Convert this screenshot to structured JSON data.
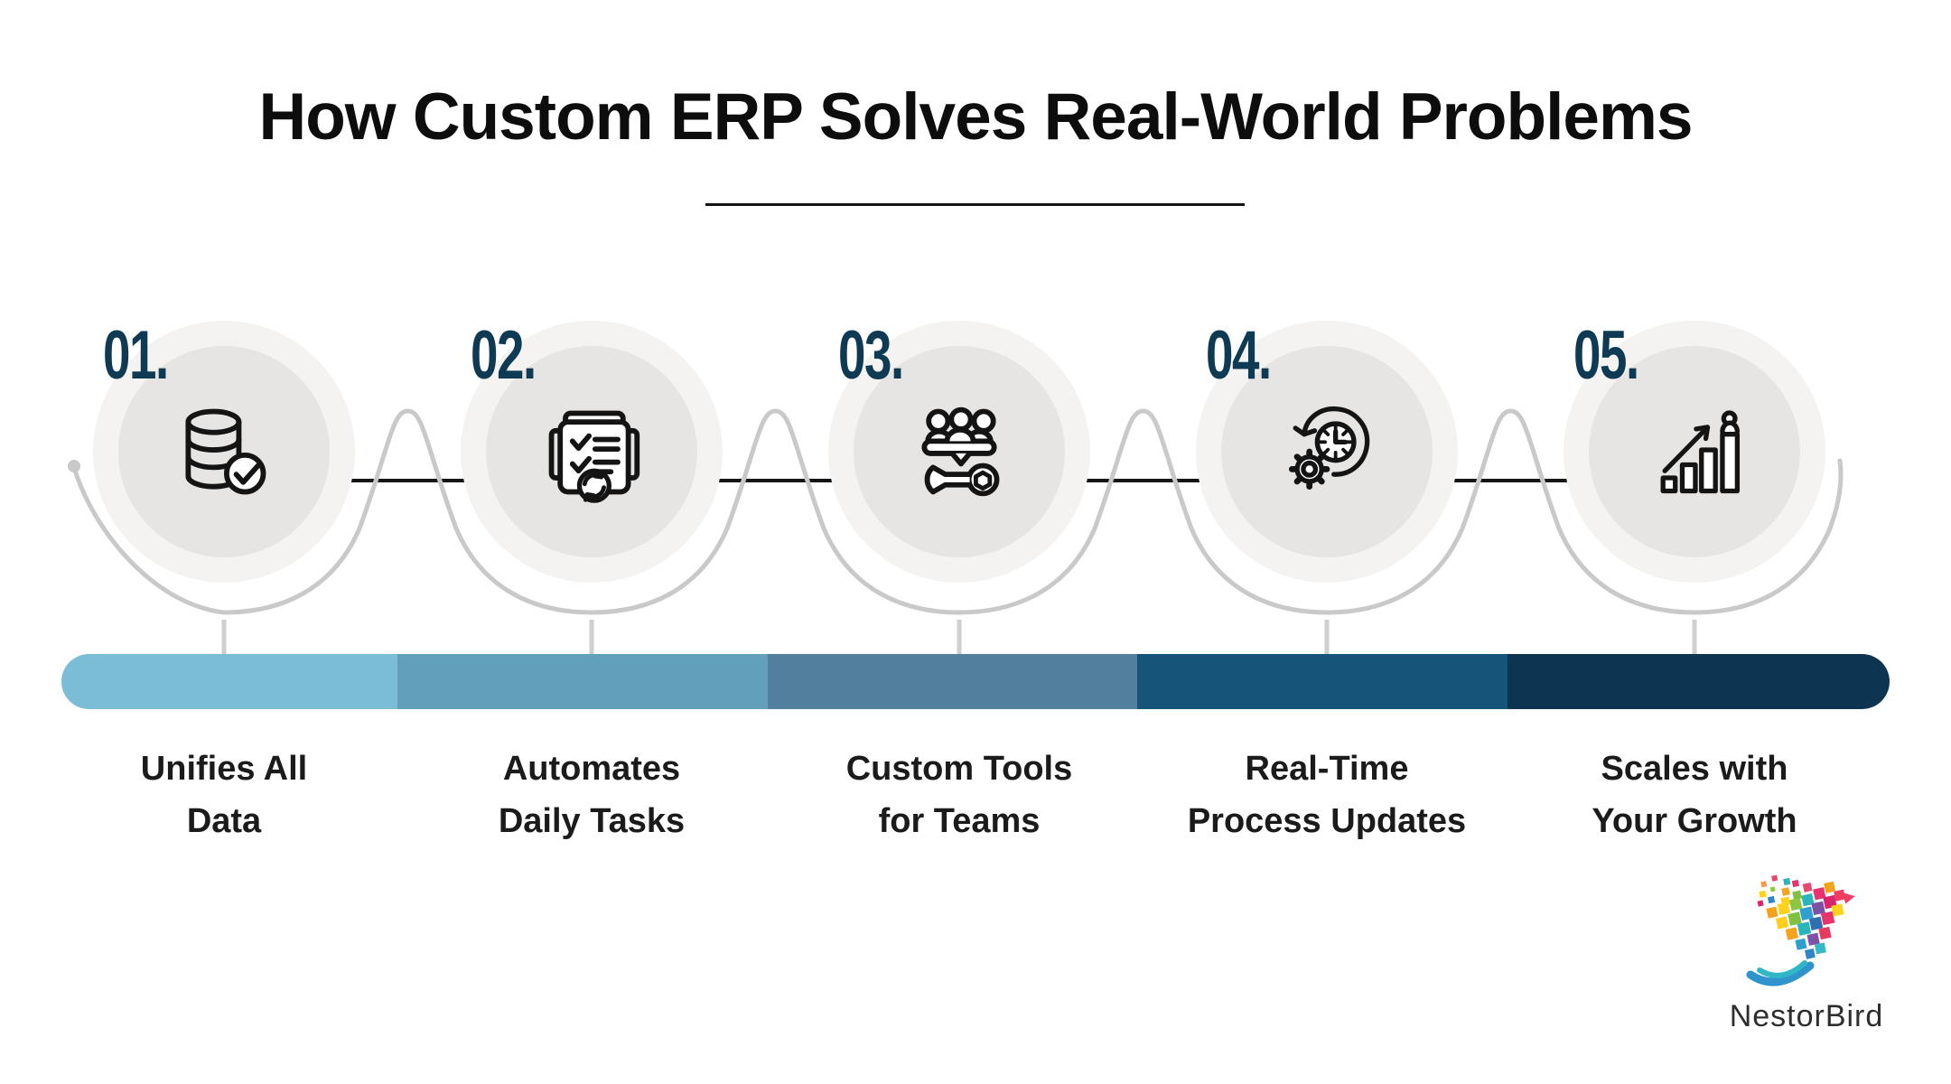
{
  "title": {
    "text": "How Custom ERP Solves Real-World Problems"
  },
  "steps": [
    {
      "number": "01.",
      "icon": "database-check-icon",
      "label_line1": "Unifies All",
      "label_line2": "Data",
      "bar_color": "#7bbcd6"
    },
    {
      "number": "02.",
      "icon": "tasks-sync-icon",
      "label_line1": "Automates",
      "label_line2": "Daily Tasks",
      "bar_color": "#629fbb"
    },
    {
      "number": "03.",
      "icon": "team-wrench-icon",
      "label_line1": "Custom Tools",
      "label_line2": "for Teams",
      "bar_color": "#527f9e"
    },
    {
      "number": "04.",
      "icon": "gear-clock-icon",
      "label_line1": "Real-Time",
      "label_line2": "Process Updates",
      "bar_color": "#17547a"
    },
    {
      "number": "05.",
      "icon": "growth-chart-icon",
      "label_line1": "Scales with",
      "label_line2": "Your Growth",
      "bar_color": "#0d3451"
    }
  ],
  "footer": {
    "brand": "NestorBird"
  },
  "colors": {
    "number_navy": "#0e3a54",
    "circle_outer": "#f4f3f1",
    "circle_inner": "#e6e5e3",
    "weave_gray": "#c9c9c9",
    "connector_black": "#141414"
  }
}
